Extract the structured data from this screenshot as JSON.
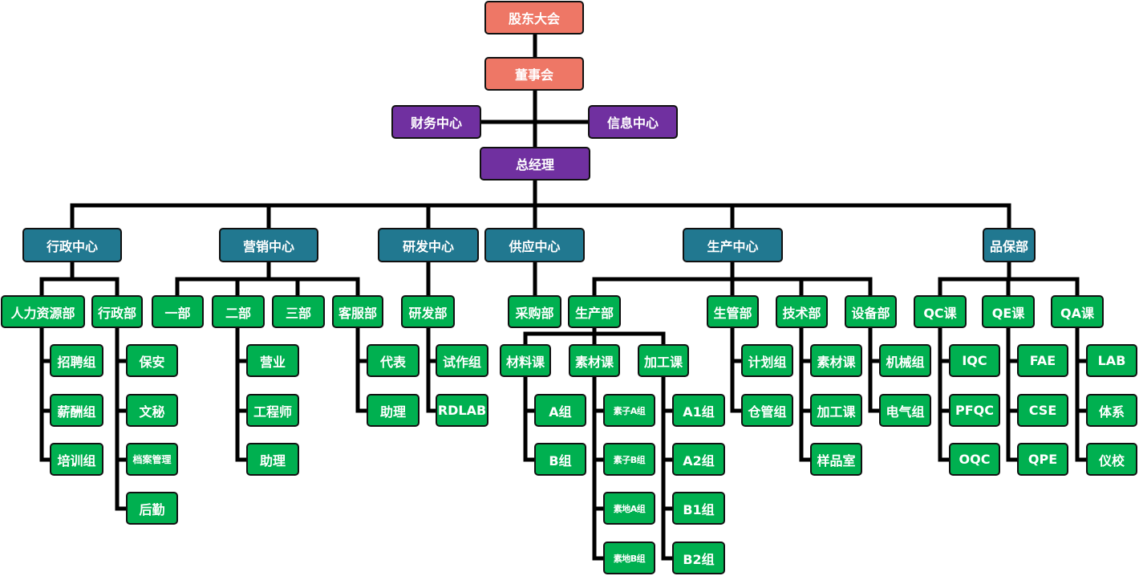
{
  "colors": {
    "level1": "#EE7766",
    "level2": "#7030A0",
    "level3": "#217890",
    "level4": "#00B050",
    "line": "#000000"
  },
  "org": {
    "top": {
      "shareholders": "股东大会",
      "board": "董事会"
    },
    "exec": {
      "finance": "财务中心",
      "info": "信息中心",
      "gm": "总经理"
    },
    "centers": {
      "admin": "行政中心",
      "sales": "营销中心",
      "rd": "研发中心",
      "supply": "供应中心",
      "production": "生产中心",
      "quality": "品保部"
    },
    "admin": {
      "hr": "人力资源部",
      "admin_dept": "行政部",
      "recruit": "招聘组",
      "salary": "薪酬组",
      "training": "培训组",
      "security": "保安",
      "secretary": "文秘",
      "archives": "档案管理",
      "logistics": "后勤"
    },
    "sales": {
      "dept1": "一部",
      "dept2": "二部",
      "dept3": "三部",
      "service": "客服部",
      "business": "营业",
      "engineer": "工程师",
      "assistant": "助理",
      "rep": "代表",
      "service_assistant": "助理"
    },
    "rd": {
      "rd_dept": "研发部",
      "trial": "试作组",
      "rdlab": "RDLAB"
    },
    "supply": {
      "purchase": "采购部"
    },
    "production": {
      "prod_dept": "生产部",
      "material": "材料课",
      "blank": "素材课",
      "process": "加工课",
      "a_group": "A组",
      "b_group": "B组",
      "blank_a": "素子A组",
      "blank_b": "素子B组",
      "base_a": "素地A组",
      "base_b": "素地B组",
      "a1": "A1组",
      "a2": "A2组",
      "b1": "B1组",
      "b2": "B2组",
      "pmc": "生管部",
      "tech": "技术部",
      "equip": "设备部",
      "plan": "计划组",
      "warehouse": "仓管组",
      "tech_blank": "素材课",
      "tech_process": "加工课",
      "sample": "样品室",
      "mech": "机械组",
      "elec": "电气组"
    },
    "quality": {
      "qc": "QC课",
      "qe": "QE课",
      "qa": "QA课",
      "iqc": "IQC",
      "pfqc": "PFQC",
      "oqc": "OQC",
      "fae": "FAE",
      "cse": "CSE",
      "qpe": "QPE",
      "lab": "LAB",
      "system": "体系",
      "calib": "仪校"
    }
  }
}
